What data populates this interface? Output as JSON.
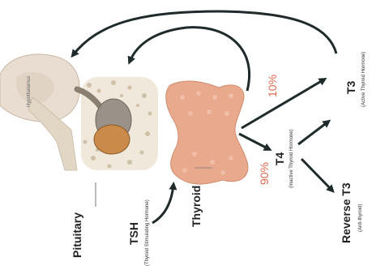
{
  "labels": {
    "hypothalamus": "Hypothalamus",
    "pituitary": "Pituitary",
    "tsh": "TSH",
    "tsh_sub": "(Thyroid Stimulating Hormone)",
    "thyroid": "Thyroid",
    "t4": "T4",
    "t4_sub": "(Inactive Thyroid Hormone)",
    "t3": "T3",
    "t3_sub": "(Active Thyroid Hormone)",
    "rt3": "Reverse T3",
    "rt3_sub": "(Anti-thyroid)",
    "pct_t4": "90%",
    "pct_t3": "10%"
  },
  "colors": {
    "arrow": "#1f2a2a",
    "percent": "#e06a4e",
    "thyroid_fill": "#e9a98c",
    "pituitary_fill": "#c98a4a",
    "bone": "#d9cdb8"
  }
}
